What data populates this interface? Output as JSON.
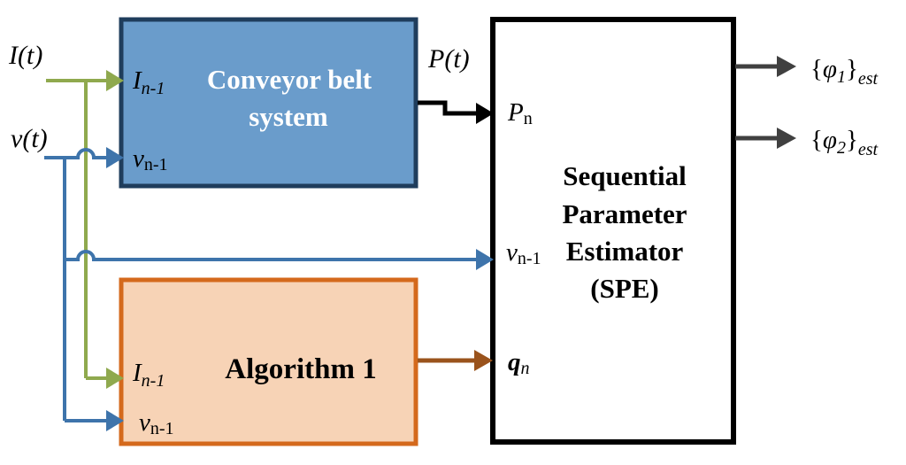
{
  "colors": {
    "conveyor_fill": "#6a9ccb",
    "conveyor_stroke": "#1f3d5c",
    "algorithm_fill": "#f7d3b6",
    "algorithm_stroke": "#d4691c",
    "signal_I": "#8fa94e",
    "signal_v": "#3e74ab",
    "signal_P": "#000000",
    "signal_q": "#9a531c",
    "output_arrow": "#404040"
  },
  "inputs": {
    "I": {
      "symbol": "I",
      "arg": "(t)"
    },
    "v": {
      "symbol": "v",
      "arg": "(t)"
    }
  },
  "conveyor": {
    "title_line1": "Conveyor belt",
    "title_line2": "system",
    "port_I": {
      "base": "I",
      "sub": "n-1"
    },
    "port_v": {
      "base": "v",
      "sub": "n-1"
    },
    "output": {
      "symbol": "P",
      "arg": "(t)"
    }
  },
  "algorithm": {
    "title": "Algorithm 1",
    "port_I": {
      "base": "I",
      "sub": "n-1"
    },
    "port_v": {
      "base": "v",
      "sub": "n-1"
    }
  },
  "spe": {
    "title_lines": [
      "Sequential",
      "Parameter",
      "Estimator",
      "(SPE)"
    ],
    "port_P": {
      "base": "P",
      "sub": "n"
    },
    "port_v": {
      "base": "v",
      "sub": "n-1"
    },
    "port_q": {
      "base": "q",
      "sub": "n"
    }
  },
  "outputs": [
    {
      "open": "{",
      "symbol": "φ",
      "index": "1",
      "close": "}",
      "sub": "est"
    },
    {
      "open": "{",
      "symbol": "φ",
      "index": "2",
      "close": "}",
      "sub": "est"
    }
  ]
}
